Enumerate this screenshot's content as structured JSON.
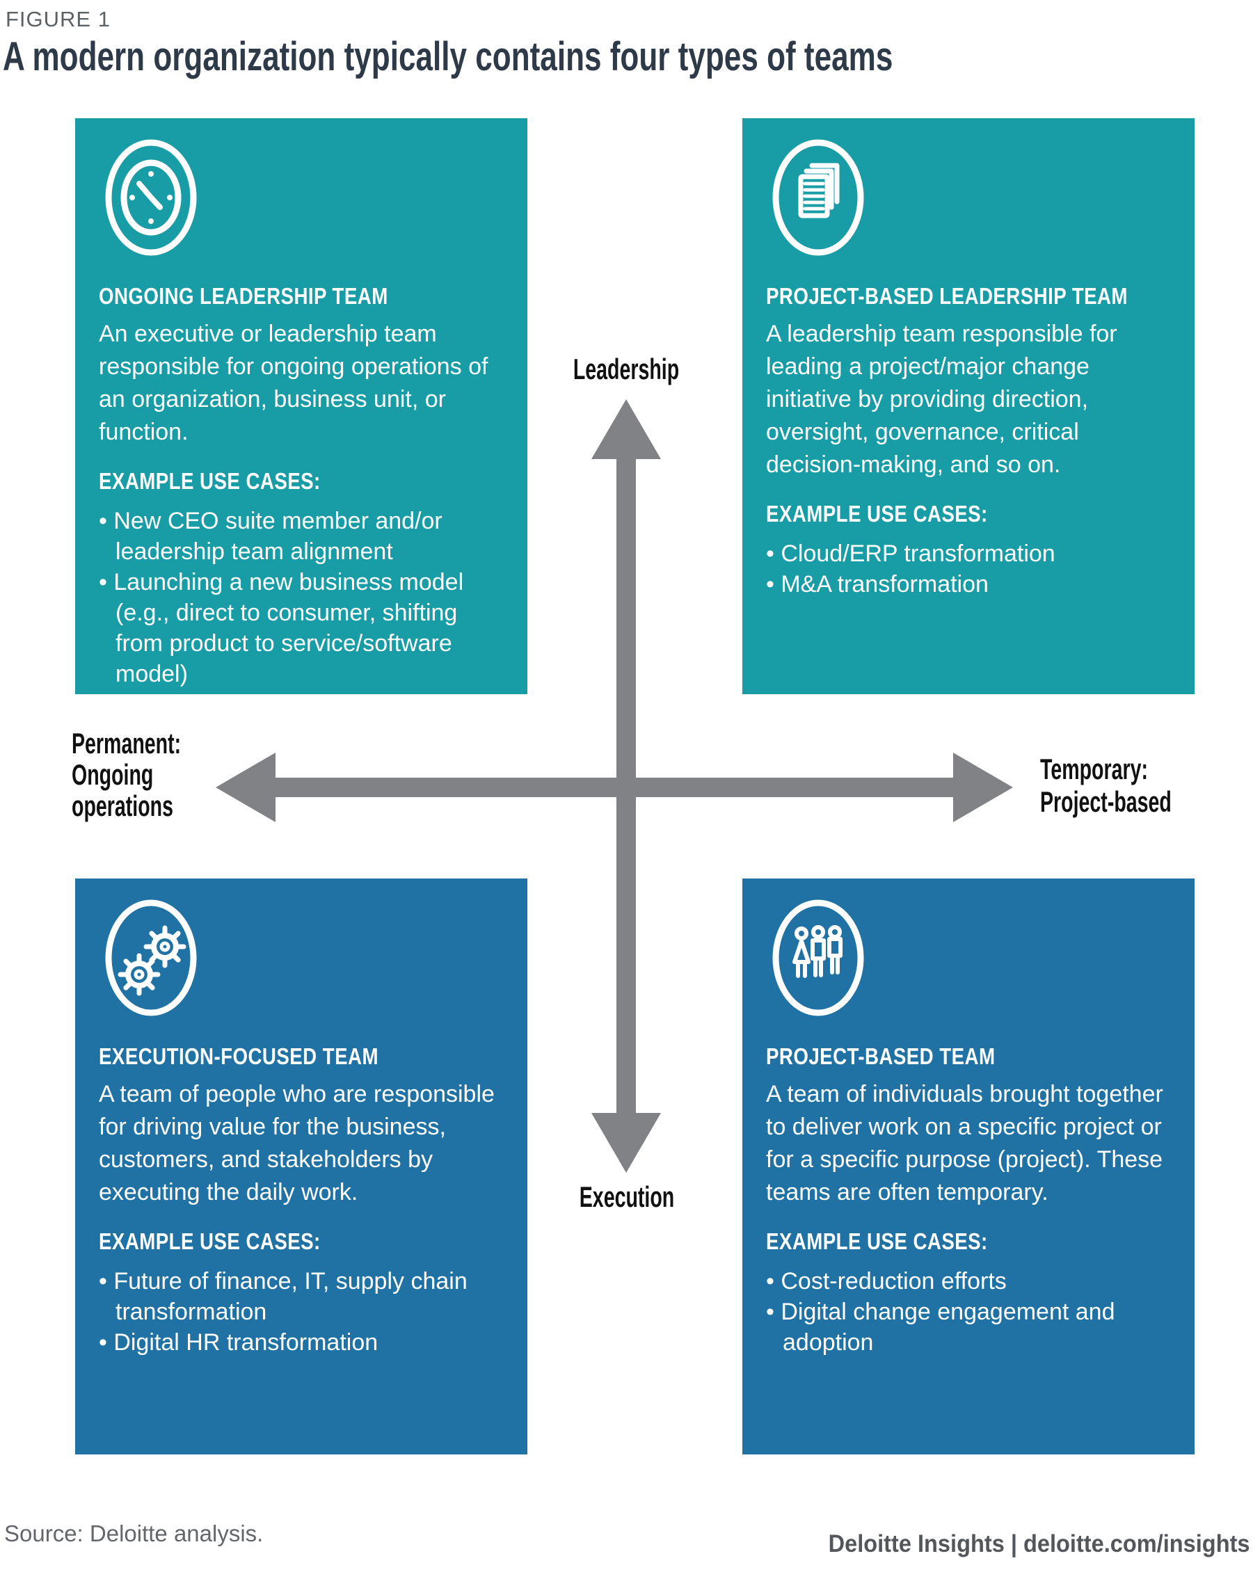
{
  "figure_label": "FIGURE 1",
  "title": "A modern organization typically contains four types of teams",
  "colors": {
    "teal": "#189CA5",
    "blue": "#1F72A3",
    "arrow_gray": "#808285",
    "title_text": "#2E3A48",
    "figure_label_gray": "#5C6166",
    "source_gray": "#63666A",
    "footer_gray": "#53565A"
  },
  "axes": {
    "top_label": "Leadership",
    "bottom_label": "Execution",
    "left_label": "Permanent:\nOngoing\noperations",
    "right_label": "Temporary:\nProject-based"
  },
  "quadrants": [
    {
      "id": "ongoing-leadership-team",
      "icon": "clock-icon",
      "heading": "ONGOING LEADERSHIP TEAM",
      "description": "An executive or leadership team responsible for ongoing operations of an organization, business unit, or function.",
      "use_cases_label": "EXAMPLE USE CASES:",
      "use_cases": [
        "New CEO suite member and/or leadership team alignment",
        "Launching a new business model (e.g., direct to consumer, shifting from product to service/software model)"
      ]
    },
    {
      "id": "project-based-leadership-team",
      "icon": "documents-icon",
      "heading": "PROJECT-BASED LEADERSHIP TEAM",
      "description": "A leadership team responsible for leading a project/major change initiative by providing direction, oversight, governance, critical decision-making, and so on.",
      "use_cases_label": "EXAMPLE USE CASES:",
      "use_cases": [
        "Cloud/ERP transformation",
        "M&A transformation"
      ]
    },
    {
      "id": "execution-focused-team",
      "icon": "gears-icon",
      "heading": "EXECUTION-FOCUSED TEAM",
      "description": "A team of people who are responsible for driving value for the business, customers, and stakeholders by executing the daily work.",
      "use_cases_label": "EXAMPLE USE CASES:",
      "use_cases": [
        "Future of finance, IT, supply chain transformation",
        "Digital HR transformation"
      ]
    },
    {
      "id": "project-based-team",
      "icon": "people-icon",
      "heading": "PROJECT-BASED TEAM",
      "description": "A team of individuals brought together to deliver work on a specific project or for a specific purpose (project). These teams are often temporary.",
      "use_cases_label": "EXAMPLE USE CASES:",
      "use_cases": [
        "Cost-reduction efforts",
        "Digital change engagement and adoption"
      ]
    }
  ],
  "footer": {
    "source": "Source: Deloitte analysis.",
    "brand": "Deloitte Insights | deloitte.com/insights"
  }
}
